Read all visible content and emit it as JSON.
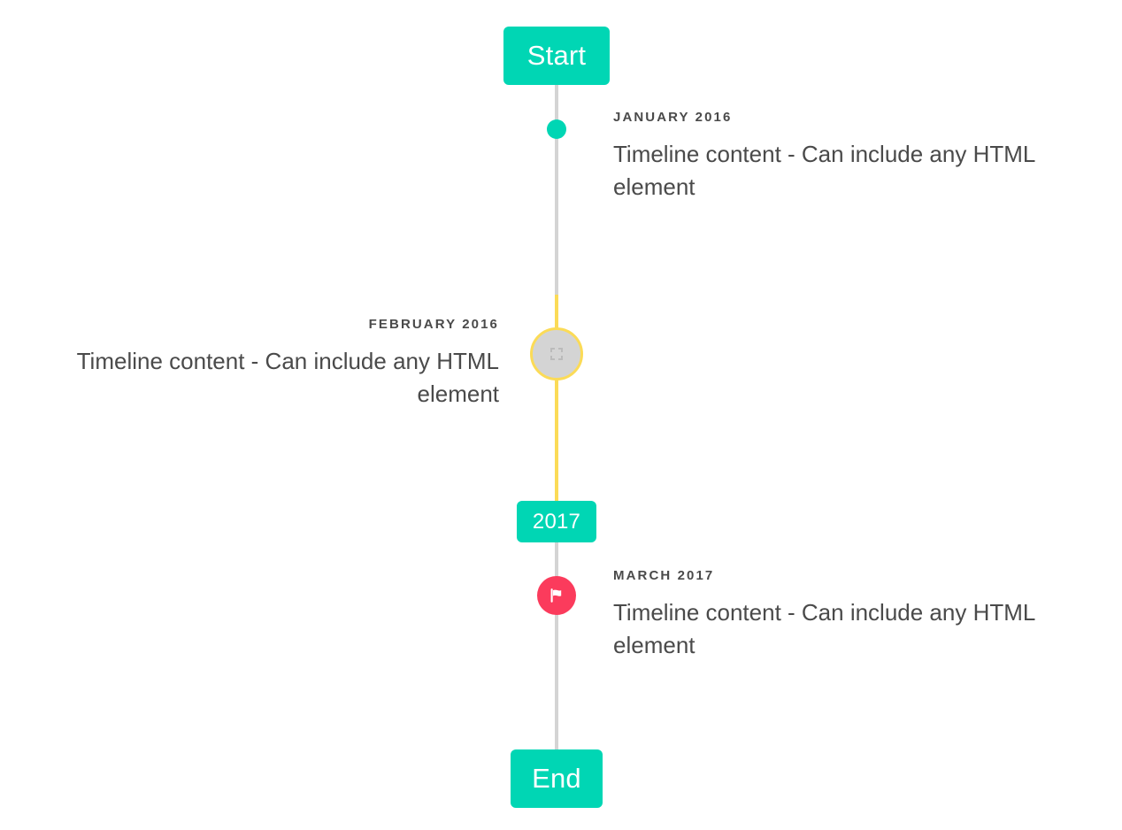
{
  "timeline": {
    "start_label": "Start",
    "divider_label": "2017",
    "end_label": "End",
    "colors": {
      "accent_teal": "#00d6b4",
      "accent_yellow": "#fbdb57",
      "accent_pink": "#fb3b5c",
      "line_grey": "#d4d4d4",
      "text_grey": "#4a4a4a"
    },
    "events": [
      {
        "date": "JANUARY 2016",
        "text": "Timeline content - Can include any HTML element",
        "side": "right",
        "marker": "dot"
      },
      {
        "date": "FEBRUARY 2016",
        "text": "Timeline content - Can include any HTML element",
        "side": "left",
        "marker": "broken-image-icon"
      },
      {
        "date": "MARCH 2017",
        "text": "Timeline content - Can include any HTML element",
        "side": "right",
        "marker": "flag-icon"
      }
    ]
  }
}
